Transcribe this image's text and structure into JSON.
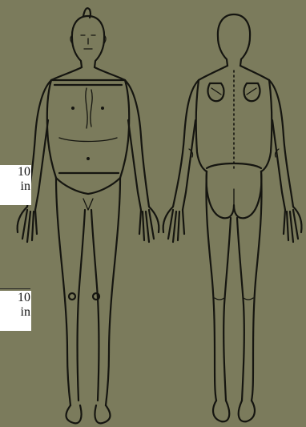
{
  "labels": {
    "score_a_value": "10",
    "score_a_unit": "in",
    "score_b_value": "10",
    "score_b_unit": "in"
  },
  "colors": {
    "panel_background": "#7b7b5c",
    "line_ink": "#151510",
    "page_background": "#ffffff"
  },
  "figures": [
    "front-view-body-outline",
    "back-view-body-outline"
  ]
}
